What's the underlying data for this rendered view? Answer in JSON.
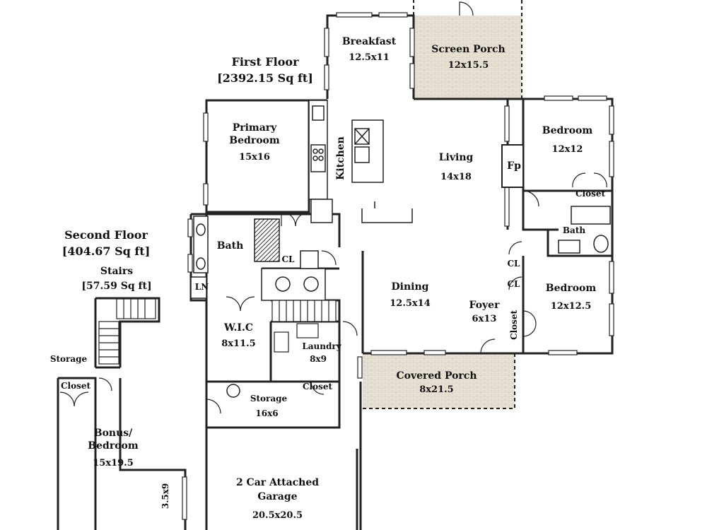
{
  "floors": {
    "first": {
      "title": "First Floor",
      "area": "[2392.15 Sq ft]"
    },
    "second": {
      "title": "Second Floor",
      "area": "[404.67 Sq ft]"
    },
    "stairs": {
      "title": "Stairs",
      "area": "[57.59 Sq ft]"
    }
  },
  "rooms": {
    "breakfast": {
      "name": "Breakfast",
      "size": "12.5x11"
    },
    "screen_porch": {
      "name": "Screen Porch",
      "size": "12x15.5"
    },
    "primary_bedroom": {
      "name1": "Primary",
      "name2": "Bedroom",
      "size": "15x16"
    },
    "kitchen": {
      "name": "Kitchen"
    },
    "living": {
      "name": "Living",
      "size": "14x18"
    },
    "fireplace": {
      "name": "Fp"
    },
    "bedroom_ne": {
      "name": "Bedroom",
      "size": "12x12"
    },
    "closet_ne": {
      "name": "Closet"
    },
    "bath_east": {
      "name": "Bath"
    },
    "bath_primary": {
      "name": "Bath"
    },
    "cl_bath": {
      "name": "CL"
    },
    "ln": {
      "name": "LN"
    },
    "cl_foyer_1": {
      "name": "CL"
    },
    "cl_foyer_2": {
      "name": "CL"
    },
    "bedroom_se": {
      "name": "Bedroom",
      "size": "12x12.5"
    },
    "dining": {
      "name": "Dining",
      "size": "12.5x14"
    },
    "foyer": {
      "name": "Foyer",
      "size": "6x13"
    },
    "closet_foyer": {
      "name": "Closet"
    },
    "wic": {
      "name": "W.I.C",
      "size": "8x11.5"
    },
    "laundry": {
      "name": "Laundry",
      "size": "8x9"
    },
    "closet_laundry": {
      "name": "Closet"
    },
    "covered_porch": {
      "name": "Covered Porch",
      "size": "8x21.5"
    },
    "storage_main": {
      "name": "Storage",
      "size": "16x6"
    },
    "garage": {
      "name1": "2 Car Attached",
      "name2": "Garage",
      "size": "20.5x20.5"
    },
    "storage_upper": {
      "name": "Storage"
    },
    "closet_upper": {
      "name": "Closet"
    },
    "bonus": {
      "name1": "Bonus/",
      "name2": "Bedroom",
      "size": "15x19.5"
    },
    "side_nook": {
      "size": "3.5x9"
    }
  },
  "colors": {
    "wall": "#222222",
    "porch_fill": "#e8e3d6",
    "floor": "#ffffff"
  }
}
